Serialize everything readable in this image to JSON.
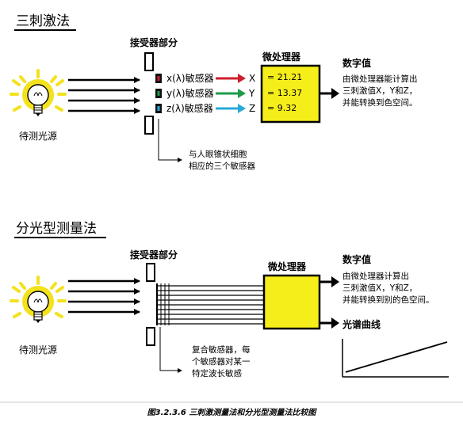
{
  "section1": {
    "title": "三刺激法",
    "receiver_label": "接受器部分",
    "source_label": "待测光源",
    "sensors": [
      {
        "label": "x(λ)敏感器",
        "color": "#cc1f2b",
        "output": "X",
        "value": "= 21.21"
      },
      {
        "label": "y(λ)敏感器",
        "color": "#1f9a4a",
        "output": "Y",
        "value": "= 13.37"
      },
      {
        "label": "z(λ)敏感器",
        "color": "#28a9d8",
        "output": "Z",
        "value": "=   9.32"
      }
    ],
    "processor_label": "微处理器",
    "digital_title": "数字值",
    "digital_lines": [
      "由微处理器能计算出",
      "三刺激值X，Y和Z，",
      "并能转换到色空间。"
    ],
    "note_lines": [
      "与人眼锥状细胞",
      "相应的三个敏感器"
    ]
  },
  "section2": {
    "title": "分光型测量法",
    "receiver_label": "接受器部分",
    "source_label": "待测光源",
    "processor_label": "微处理器",
    "digital_title": "数字值",
    "digital_lines": [
      "由微处理器计算出",
      "三刺激值X，Y和Z，",
      "并能转换到别的色空间。"
    ],
    "curve_title": "光谱曲线",
    "note_lines": [
      "复合敏感器，每",
      "个敏感器对某一",
      "特定波长敏感"
    ]
  },
  "caption": "图3.2.3.6  三刺激测量法和分光型测量法比较图",
  "colors": {
    "processor_fill": "#f5ee1a",
    "bulb_glow": "#f3e21c"
  }
}
